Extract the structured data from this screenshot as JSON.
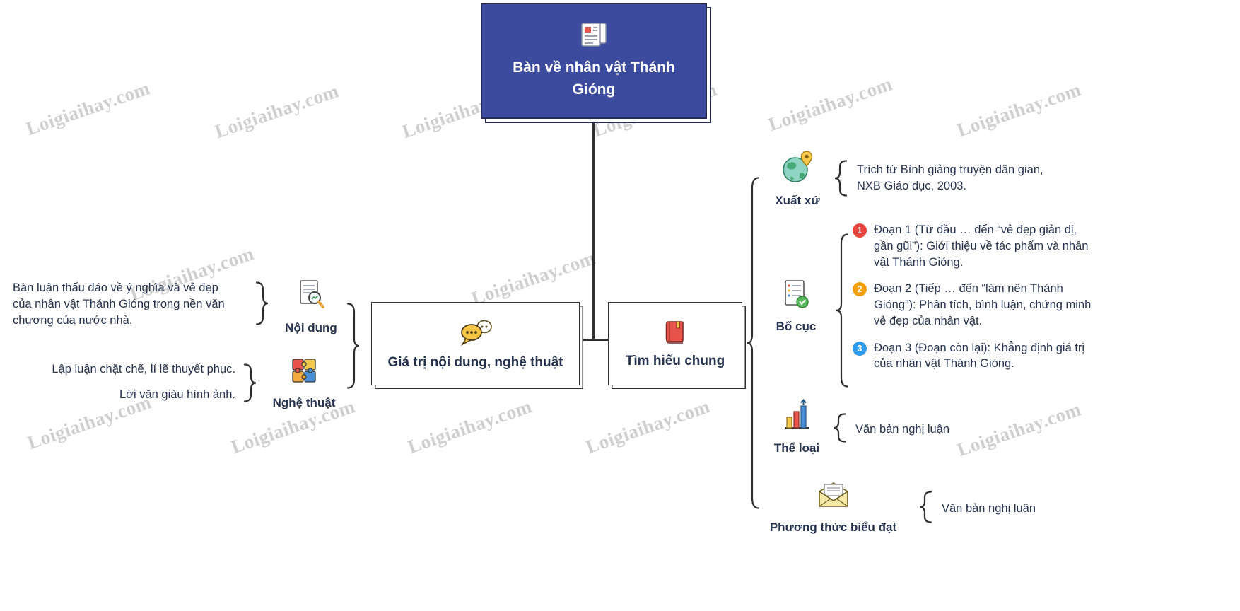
{
  "watermark": "Loigiaihay.com",
  "root": {
    "title": "Bàn về nhân vật Thánh Gióng"
  },
  "branches": {
    "values": {
      "box_label": "Giá trị nội dung, nghệ thuật",
      "noi_dung": {
        "label": "Nội dung",
        "desc": "Bàn luận thấu đáo về ý nghĩa và vẻ đẹp của nhân vật Thánh Gióng trong nền văn chương của nước nhà."
      },
      "nghe_thuat": {
        "label": "Nghệ thuật",
        "items": [
          "Lập luận chặt chẽ, lí lẽ thuyết phục.",
          "Lời văn giàu hình ảnh."
        ]
      }
    },
    "overview": {
      "box_label": "Tìm hiểu chung",
      "xuat_xu": {
        "label": "Xuất xứ",
        "desc": "Trích từ Bình giảng truyện dân gian, NXB Giáo dục, 2003."
      },
      "bo_cuc": {
        "label": "Bố cục",
        "items": [
          {
            "num": "1",
            "text": "Đoạn 1 (Từ đầu … đến “vẻ đẹp giản dị, gần gũi”): Giới thiệu về tác phẩm và nhân vật Thánh Gióng."
          },
          {
            "num": "2",
            "text": "Đoạn 2 (Tiếp … đến “làm nên Thánh Gióng”): Phân tích, bình luận, chứng minh vẻ đẹp của nhân vật."
          },
          {
            "num": "3",
            "text": "Đoạn 3 (Đoạn còn lại): Khẳng định giá trị của nhân vật Thánh Gióng."
          }
        ]
      },
      "the_loai": {
        "label": "Thể loại",
        "desc": "Văn bản nghị luận"
      },
      "phuong_thuc": {
        "label": "Phương thức biểu đạt",
        "desc": "Văn bản nghị luận"
      }
    }
  },
  "colors": {
    "root_bg": "#3c4b9e",
    "text": "#26334f",
    "badge_1": "#e8453c",
    "badge_2": "#f59e0b",
    "badge_3": "#2f9bef"
  }
}
